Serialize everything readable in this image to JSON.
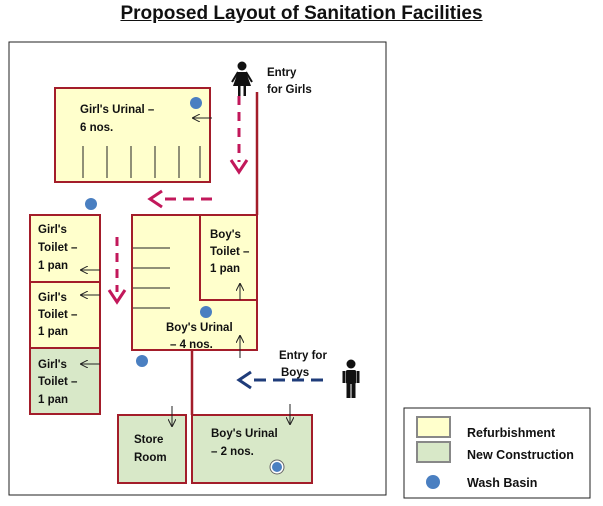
{
  "title": "Proposed Layout of Sanitation Facilities",
  "colors": {
    "refurbishment": "#ffffcc",
    "new_construction": "#d8e8c8",
    "wall": "#a31d2a",
    "wash_basin": "#4a7fc1",
    "girls_arrow": "#c2185b",
    "boys_arrow": "#1f3c7a"
  },
  "icons": {
    "female": "female-figure-icon",
    "male": "male-figure-icon",
    "wash_basin": "wash-basin-icon"
  },
  "rooms": {
    "girls_urinal": [
      "Girl's Urinal –",
      "6 nos."
    ],
    "girls_toilet_1": [
      "Girl's",
      "Toilet –",
      "1 pan"
    ],
    "girls_toilet_2": [
      "Girl's",
      "Toilet –",
      "1 pan"
    ],
    "girls_toilet_3": [
      "Girl's",
      "Toilet –",
      "1 pan"
    ],
    "boys_toilet": [
      "Boy's",
      "Toilet –",
      "1 pan"
    ],
    "boys_urinal_4": [
      "Boy's Urinal",
      "– 4 nos."
    ],
    "store_room": [
      "Store",
      "Room"
    ],
    "boys_urinal_2": [
      "Boy's Urinal",
      "– 2 nos."
    ]
  },
  "entries": {
    "girls": [
      "Entry",
      "for Girls"
    ],
    "boys": [
      "Entry for",
      "Boys"
    ]
  },
  "legend": {
    "refurbishment": "Refurbishment",
    "new_construction": "New Construction",
    "wash_basin": "Wash Basin"
  }
}
